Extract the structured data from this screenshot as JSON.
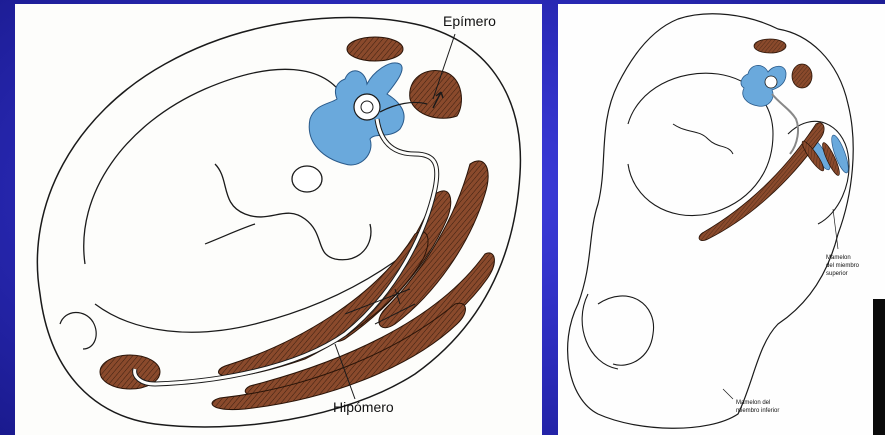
{
  "left_figure": {
    "label_top": "Epímero",
    "label_bottom": "Hipómero"
  },
  "right_figure": {
    "label_upper_limb": [
      "Mamelon",
      "del miembro",
      "superior"
    ],
    "label_lower_limb": [
      "Mamelon del",
      "miembro inferior"
    ]
  },
  "colors": {
    "background": "#2a2ab8",
    "muscle": "#8a4a2c",
    "nerve_blue": "#6aa9dc",
    "outline": "#1a1a1a"
  }
}
